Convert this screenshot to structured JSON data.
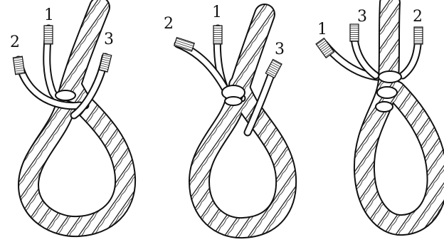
{
  "colors": {
    "ink": "#111111",
    "paper": "#ffffff"
  },
  "panels": [
    {
      "labels": {
        "a": "1",
        "b": "2",
        "c": "3"
      }
    },
    {
      "labels": {
        "a": "1",
        "b": "2",
        "c": "3"
      }
    },
    {
      "labels": {
        "a": "1",
        "b": "3",
        "c": "2"
      }
    }
  ]
}
